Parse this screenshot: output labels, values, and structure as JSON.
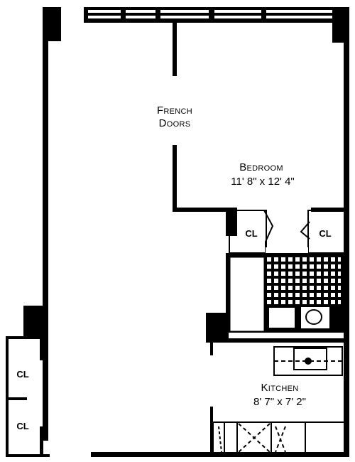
{
  "plan": {
    "french_doors": {
      "line1": "French",
      "line2": "Doors"
    },
    "bedroom": {
      "name": "Bedroom",
      "dims": "11' 8\" x 12' 4\""
    },
    "kitchen": {
      "name": "Kitchen",
      "dims": "8' 7\" x 7' 2\""
    },
    "closets": [
      "CL",
      "CL",
      "CL",
      "CL"
    ]
  }
}
